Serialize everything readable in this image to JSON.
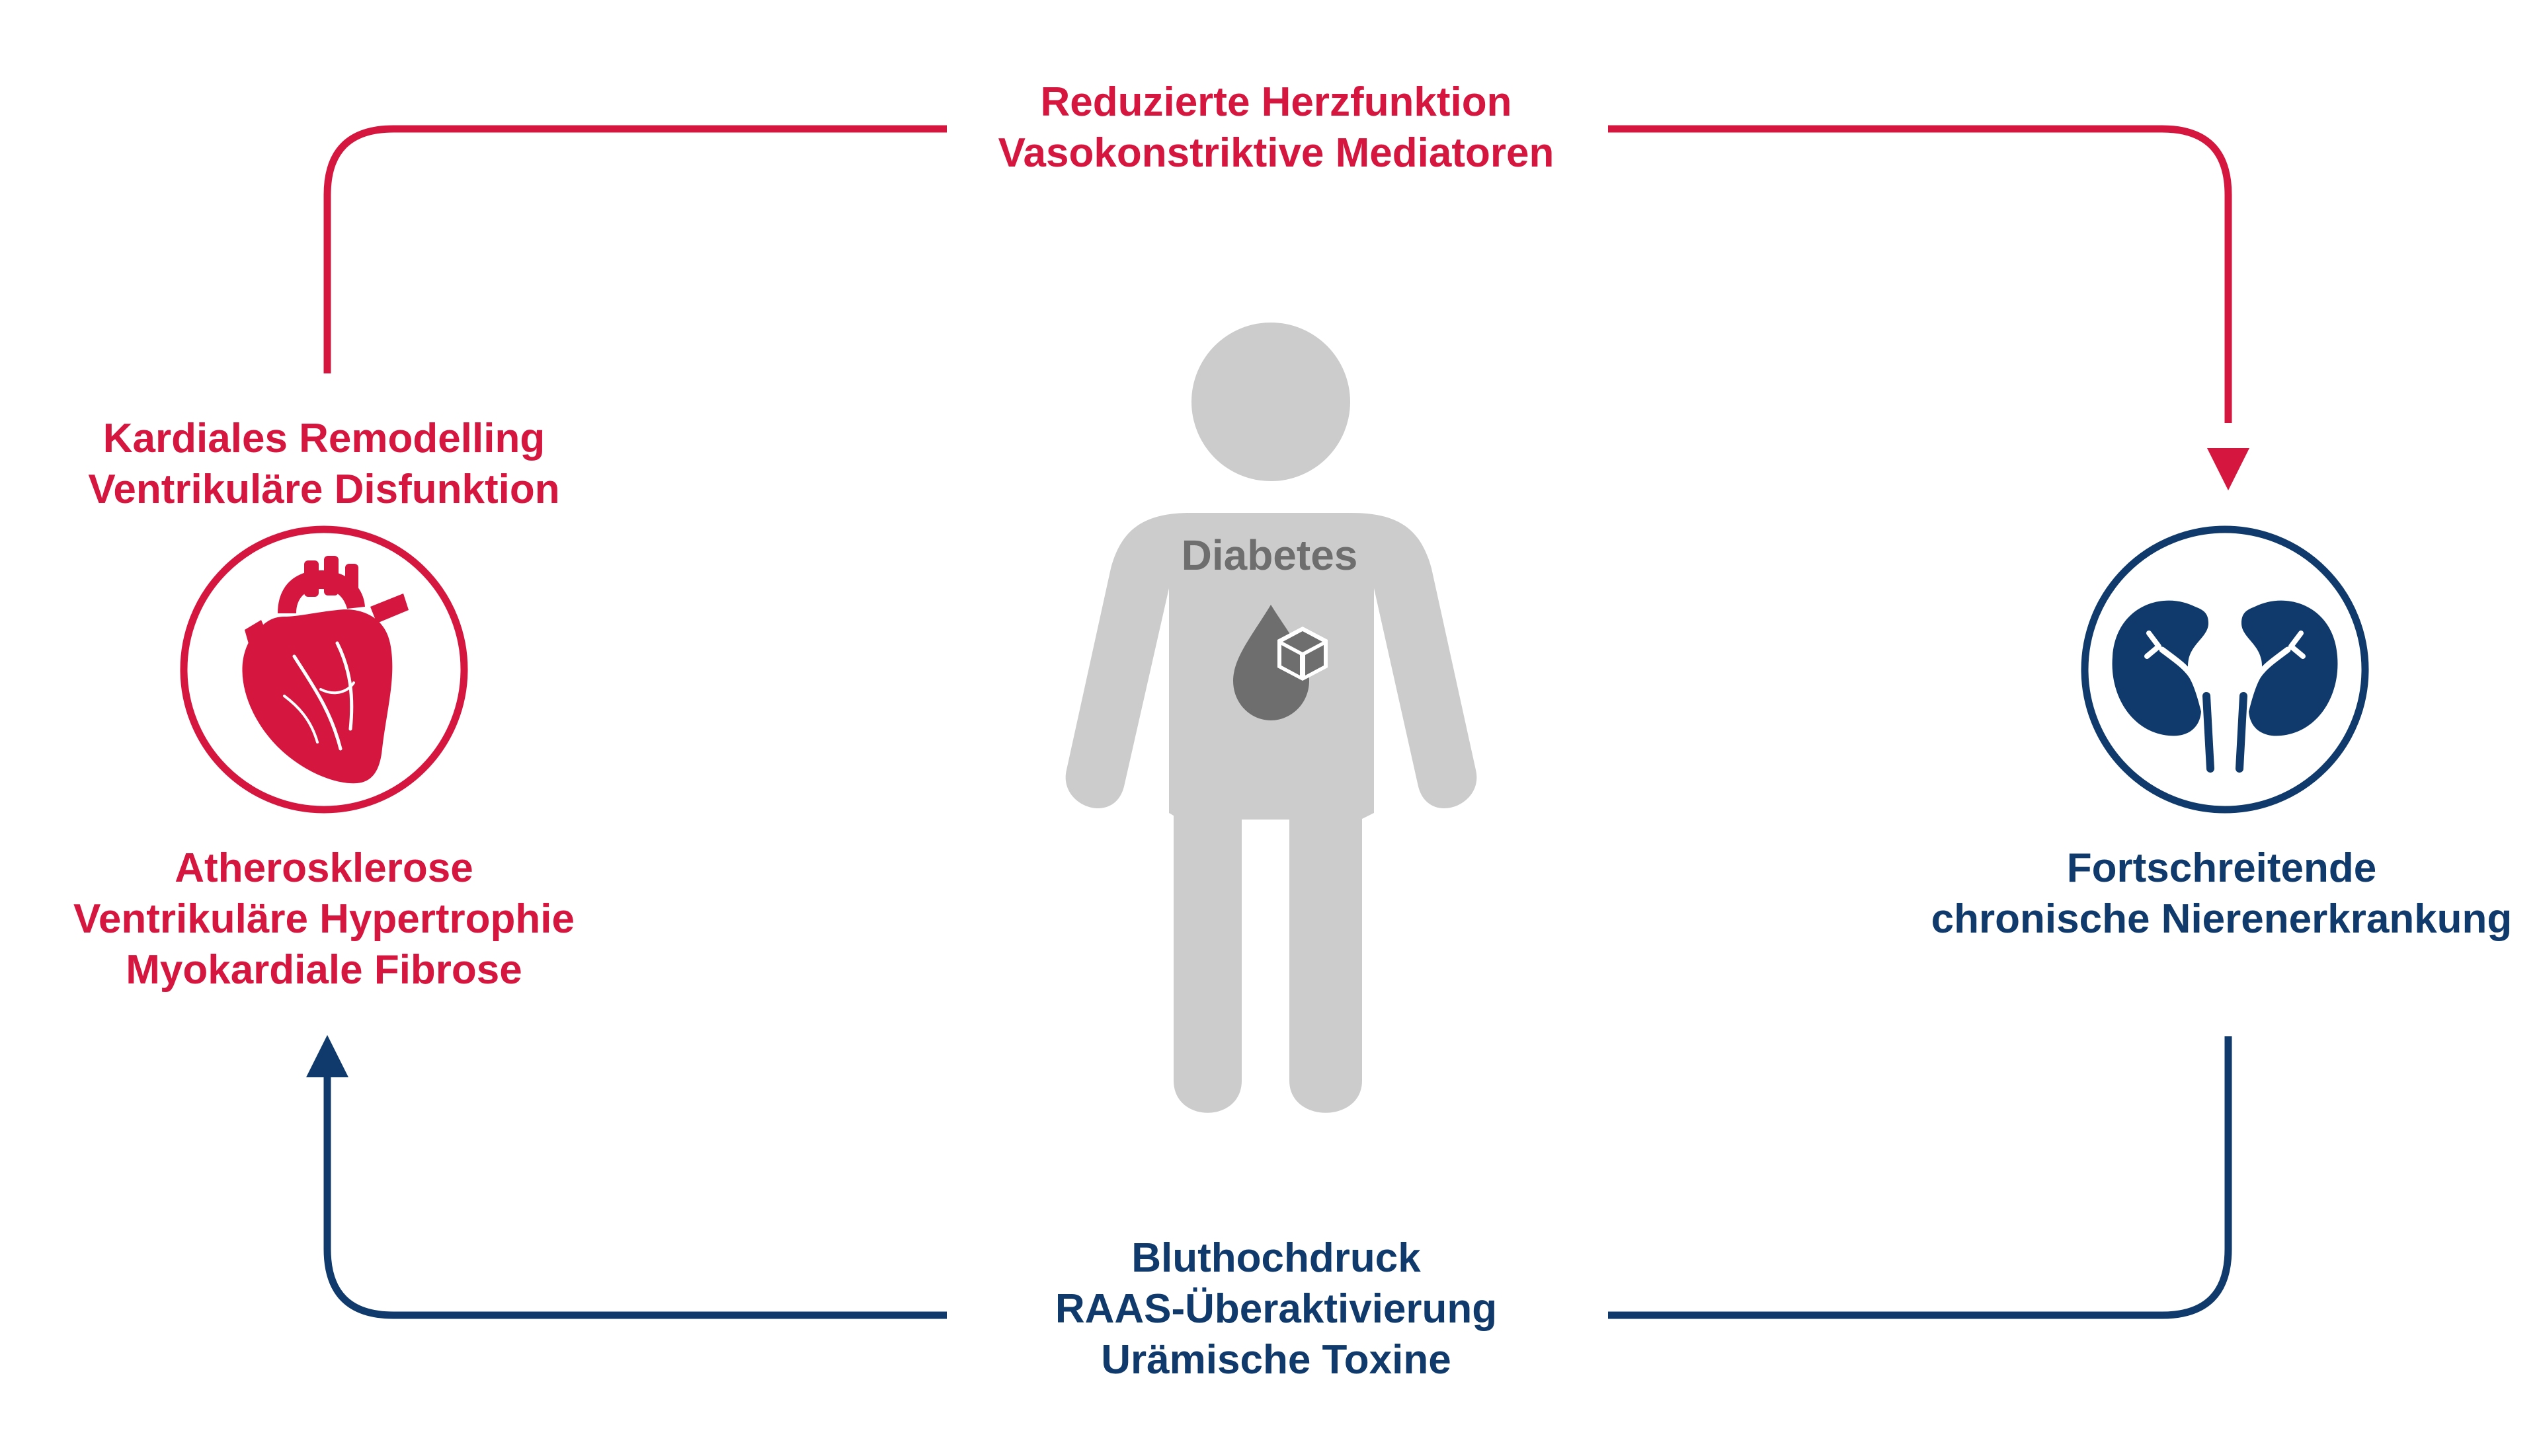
{
  "colors": {
    "cardio_red": "#d5173f",
    "renal_blue": "#0f3a6b",
    "person_gray": "#cccccc",
    "diabetes_gray": "#6e6e6e"
  },
  "top_label": {
    "line1": "Reduzierte Herzfunktion",
    "line2": "Vasokonstriktive Mediatoren"
  },
  "heart_top_label": {
    "line1": "Kardiales Remodelling",
    "line2": "Ventrikuläre Disfunktion"
  },
  "heart_bottom_label": {
    "line1": "Atherosklerose",
    "line2": "Ventrikuläre Hypertrophie",
    "line3": "Myokardiale Fibrose"
  },
  "kidney_label": {
    "line1": "Fortschreitende",
    "line2": "chronische Nierenerkrankung"
  },
  "bottom_label": {
    "line1": "Bluthochdruck",
    "line2": "RAAS-Überaktivierung",
    "line3": "Urämische Toxine"
  },
  "center": {
    "label": "Diabetes"
  },
  "icons": {
    "heart": "heart-icon",
    "kidneys": "kidneys-icon",
    "person": "person-icon",
    "blood_sugar": "blood-drop-sugar-cube-icon"
  }
}
